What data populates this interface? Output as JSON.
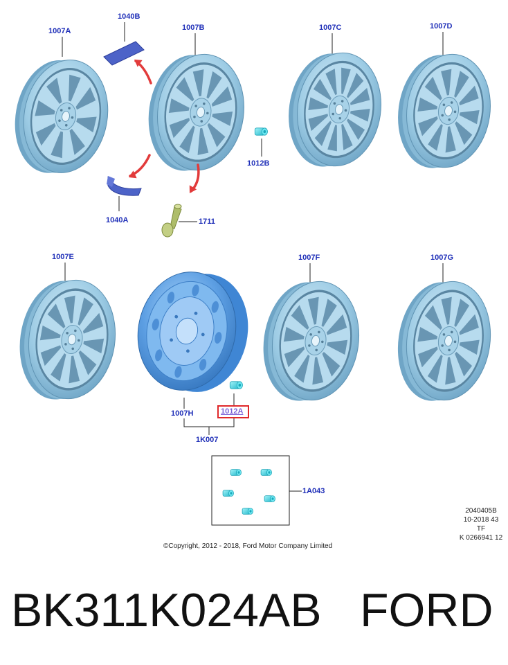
{
  "labels": {
    "l1007A": "1007A",
    "l1040B": "1040B",
    "l1007B": "1007B",
    "l1007C": "1007C",
    "l1007D": "1007D",
    "l1012B": "1012B",
    "l1040A": "1040A",
    "l1711": "1711",
    "l1007E": "1007E",
    "l1007F": "1007F",
    "l1007G": "1007G",
    "l1007H": "1007H",
    "l1012A": "1012A",
    "l1K007": "1K007",
    "l1A043": "1A043"
  },
  "meta": {
    "line1": "2040405B",
    "line2": "10-2018 43",
    "line3": "TF",
    "line4": "K 0266941 12"
  },
  "copyright": "©Copyright, 2012 - 2018, Ford Motor Company Limited",
  "footer": {
    "part_number": "BK311K024AB",
    "brand": "FORD"
  },
  "colors": {
    "label_blue": "#1f2fb8",
    "wheel_blue": "#9ccbe4",
    "wheel_dark": "#6fa5c6",
    "steel_blue": "#5d9fe3",
    "nut_cyan": "#3ed6e4",
    "arrow_red": "#e23b3b",
    "weight_blue": "#4d63c8",
    "valve_olive": "#aebd6a",
    "highlight_red": "#e0282a"
  },
  "icons": [
    "alloy-wheel-icon",
    "steel-wheel-icon",
    "wheel-nut-icon",
    "balance-weight-icon",
    "valve-stem-icon",
    "red-arrow-icon"
  ]
}
